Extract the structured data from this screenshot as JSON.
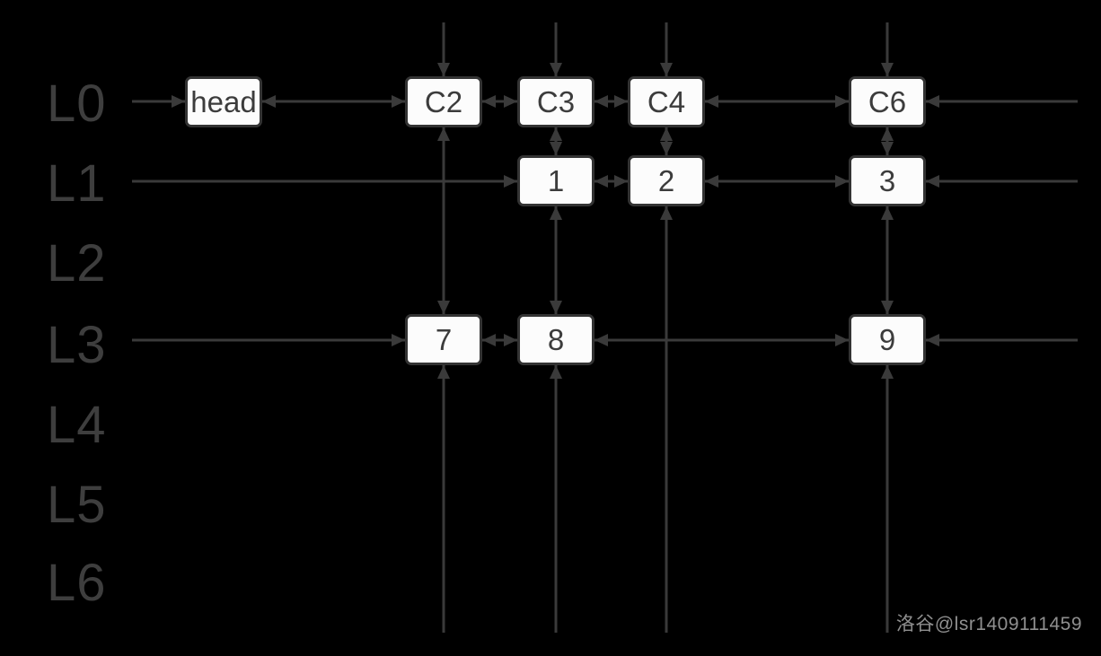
{
  "colors": {
    "background": "#000000",
    "edge": "#3a3a3a",
    "level_label": "#3e3e3e",
    "node_fill": "#fcfcfc",
    "node_border": "#333333",
    "node_text": "#3c3c3c",
    "watermark": "#8f8f8f"
  },
  "levels": [
    "L0",
    "L1",
    "L2",
    "L3",
    "L4",
    "L5",
    "L6"
  ],
  "nodes": {
    "head": {
      "label": "head",
      "level": "L0"
    },
    "c2": {
      "label": "C2",
      "level": "L0"
    },
    "c3": {
      "label": "C3",
      "level": "L0"
    },
    "c4": {
      "label": "C4",
      "level": "L0"
    },
    "c6": {
      "label": "C6",
      "level": "L0"
    },
    "n1": {
      "label": "1",
      "level": "L1"
    },
    "n2": {
      "label": "2",
      "level": "L1"
    },
    "n3": {
      "label": "3",
      "level": "L1"
    },
    "n7": {
      "label": "7",
      "level": "L3"
    },
    "n8": {
      "label": "8",
      "level": "L3"
    },
    "n9": {
      "label": "9",
      "level": "L3"
    }
  },
  "edges": [
    {
      "from": "L0-left-entry",
      "to": "head",
      "arrows": "end"
    },
    {
      "from": "head",
      "to": "c2",
      "arrows": "both"
    },
    {
      "from": "c2",
      "to": "c3",
      "arrows": "both"
    },
    {
      "from": "c3",
      "to": "c4",
      "arrows": "both"
    },
    {
      "from": "c4",
      "to": "c6",
      "arrows": "both"
    },
    {
      "from": "L0-right-entry",
      "to": "c6",
      "arrows": "end"
    },
    {
      "from": "L1-left-entry",
      "to": "n1",
      "arrows": "end"
    },
    {
      "from": "n1",
      "to": "n2",
      "arrows": "both"
    },
    {
      "from": "n2",
      "to": "n3",
      "arrows": "both"
    },
    {
      "from": "L1-right-entry",
      "to": "n3",
      "arrows": "end"
    },
    {
      "from": "L3-left-entry",
      "to": "n7",
      "arrows": "end"
    },
    {
      "from": "n7",
      "to": "n8",
      "arrows": "both"
    },
    {
      "from": "n8",
      "to": "n9",
      "arrows": "both"
    },
    {
      "from": "L3-right-entry",
      "to": "n9",
      "arrows": "end"
    },
    {
      "from": "top-edge",
      "to": "c2",
      "arrows": "end"
    },
    {
      "from": "top-edge",
      "to": "c3",
      "arrows": "end"
    },
    {
      "from": "top-edge",
      "to": "c4",
      "arrows": "end"
    },
    {
      "from": "top-edge",
      "to": "c6",
      "arrows": "end"
    },
    {
      "from": "c2",
      "to": "n7",
      "arrows": "both"
    },
    {
      "from": "c3",
      "to": "n1",
      "arrows": "both"
    },
    {
      "from": "c4",
      "to": "n2",
      "arrows": "both"
    },
    {
      "from": "c6",
      "to": "n3",
      "arrows": "both"
    },
    {
      "from": "n1",
      "to": "n8",
      "arrows": "both"
    },
    {
      "from": "n3",
      "to": "n9",
      "arrows": "both"
    },
    {
      "from": "bottom-edge",
      "to": "n7",
      "arrows": "end"
    },
    {
      "from": "bottom-edge",
      "to": "n8",
      "arrows": "end"
    },
    {
      "from": "bottom-edge",
      "to": "n2",
      "arrows": "end"
    },
    {
      "from": "bottom-edge",
      "to": "n9",
      "arrows": "end"
    }
  ],
  "watermark": {
    "text": "洛谷@lsr1409111459"
  }
}
